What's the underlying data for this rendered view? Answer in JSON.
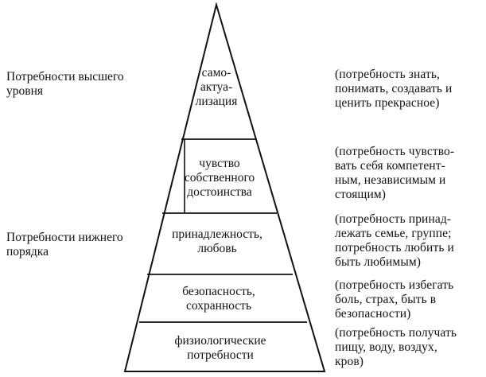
{
  "side_labels": {
    "higher": "Потребности высшего\nуровня",
    "lower": "Потребности нижнего\nпорядка"
  },
  "levels": [
    {
      "id": "self-actualization",
      "label": "само-\nактуа-\nлизация",
      "description": "(потребность знать,\nпонимать, создавать и\nценить прекрасное)"
    },
    {
      "id": "esteem",
      "label": "чувство\nсобственного\nдостоинства",
      "description": "(потребность чувство-\nвать себя компетент-\nным, независимым и\nстоящим)"
    },
    {
      "id": "belonging",
      "label": "принадлежность,\nлюбовь",
      "description": "(потребность принад-\nлежать семье, группе;\nпотребность любить и\nбыть любимым)"
    },
    {
      "id": "safety",
      "label": "безопасность,\nсохранность",
      "description": "(потребность избегать\nболь, страх, быть в\nбезопасности)"
    },
    {
      "id": "physiological",
      "label": "физиологические\nпотребности",
      "description": "(потребность получать\nпищу, воду, воздух,\nкров)"
    }
  ]
}
